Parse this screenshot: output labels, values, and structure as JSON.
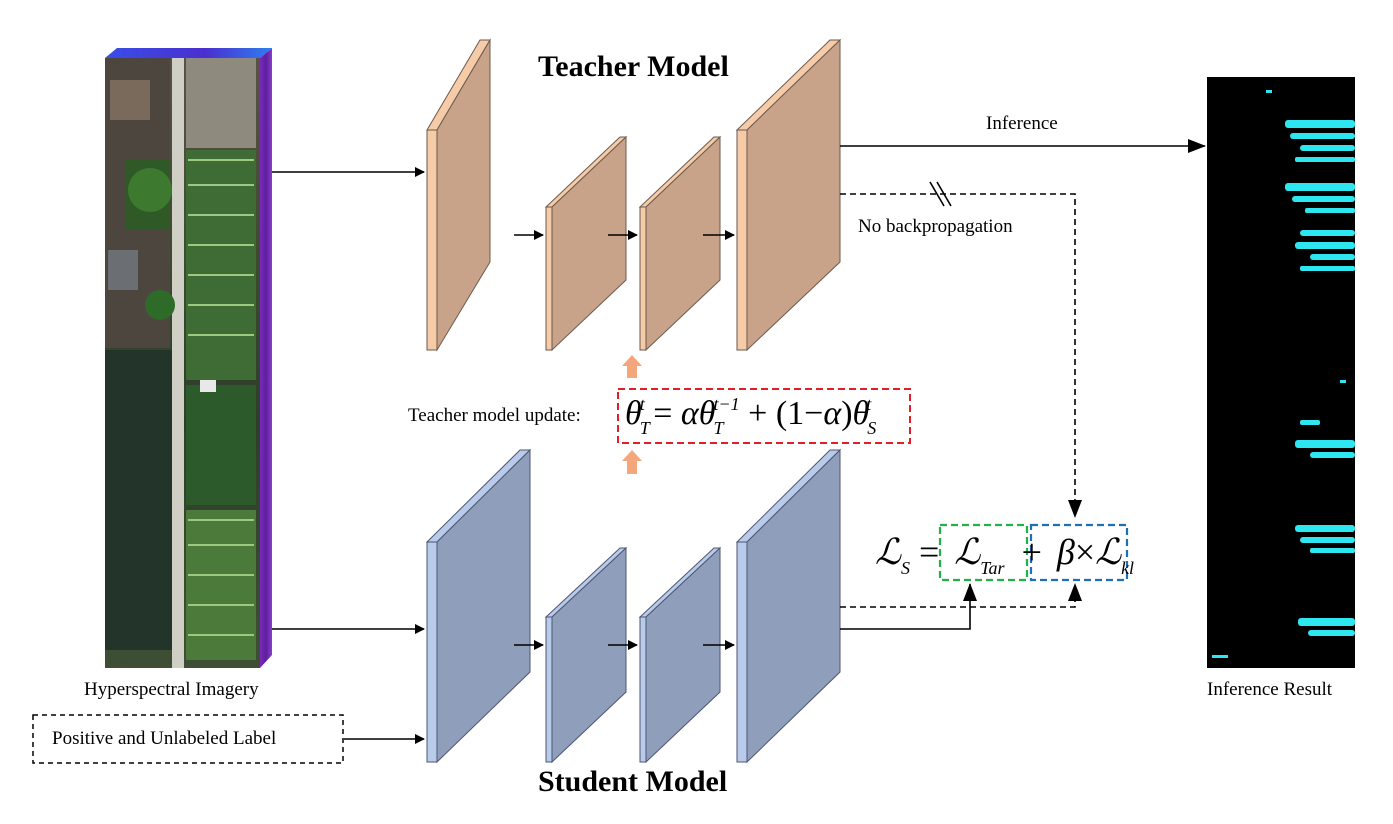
{
  "teacher_title": "Teacher Model",
  "student_title": "Student Model",
  "hsi_label": "Hyperspectral Imagery",
  "pu_label": "Positive and Unlabeled Label",
  "inference_label": "Inference",
  "no_backprop_label": "No backpropagation",
  "result_label": "Inference Result",
  "update_label": "Teacher model update:",
  "update_formula": "θTt = αθTt−1 + (1−α)θSt",
  "loss_formula": "LS = LTar + β × Lkl",
  "colors": {
    "teacher_face": "#c8a38a",
    "teacher_side": "#f6cba8",
    "student_face": "#8f9fbb",
    "student_side": "#b9cbea",
    "update_box": "#e21e26",
    "tar_box": "#22b04b",
    "kl_box": "#1f6fb5",
    "update_arrow": "#f4a77b",
    "result_stripes": "#2ee6f0"
  }
}
